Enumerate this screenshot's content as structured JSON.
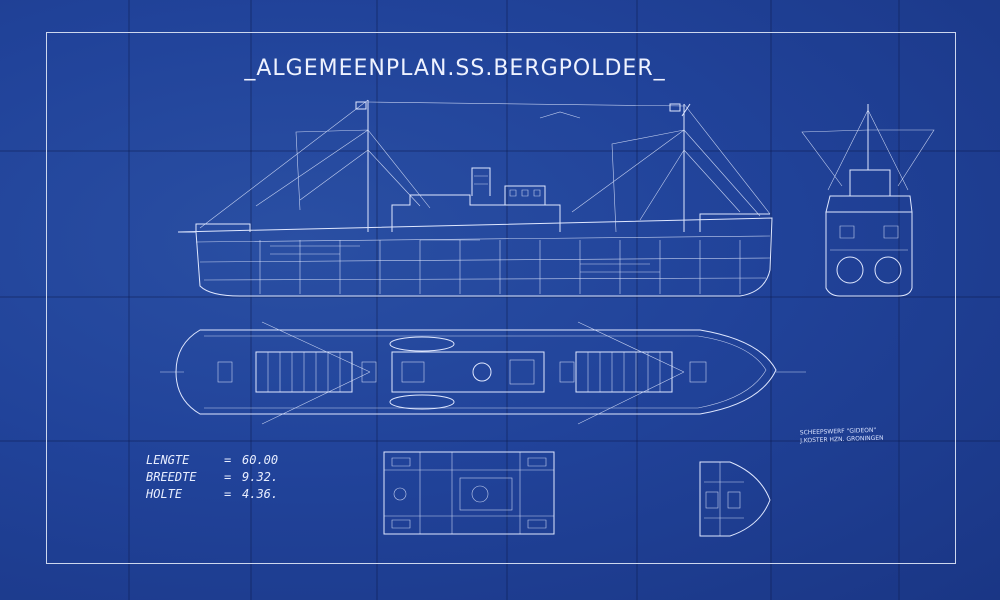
{
  "drawing": {
    "title": "_ALGEMEENPLAN.SS.BERGPOLDER_",
    "dimensions": [
      {
        "label": "LENGTE",
        "value": "60.00"
      },
      {
        "label": "BREEDTE",
        "value": "9.32."
      },
      {
        "label": "HOLTE",
        "value": "4.36."
      }
    ],
    "stamp": [
      "SCHEEPSWERF \"GIDEON\"",
      "J.KOSTER HZN. GRONINGEN"
    ]
  },
  "colors": {
    "paper": "#21439a",
    "lines": "#dfe7ff"
  }
}
